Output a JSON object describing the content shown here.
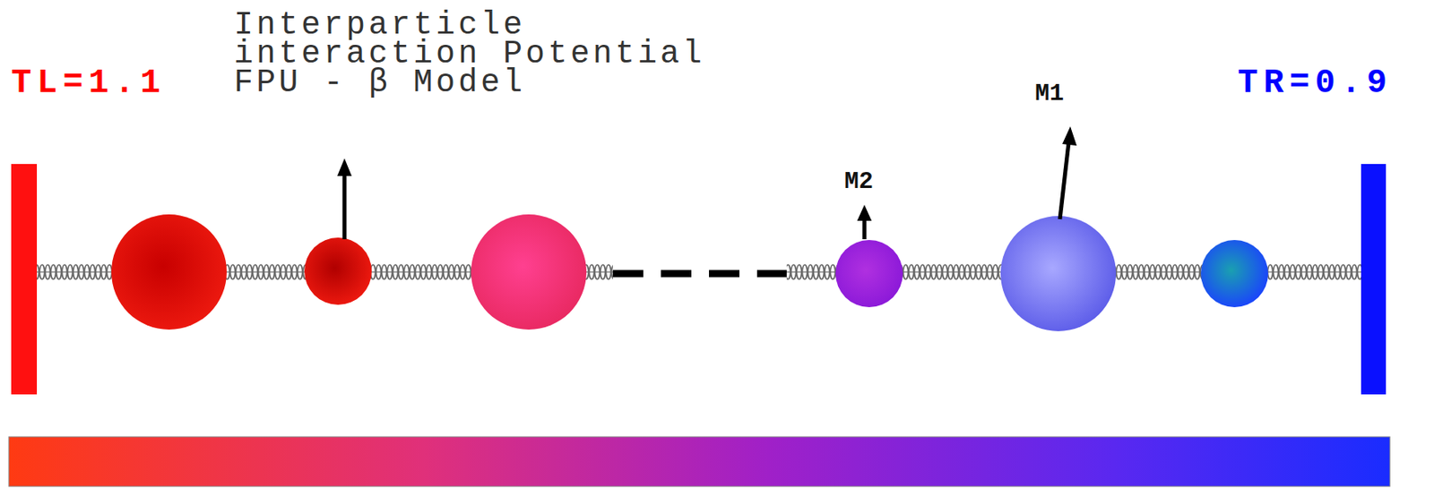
{
  "diagram": {
    "labels": [
      "TL=1.1",
      "Interparticle interaction Potential FPU - β Model",
      "M1",
      "TR=0.9",
      "M2"
    ]
  }
}
